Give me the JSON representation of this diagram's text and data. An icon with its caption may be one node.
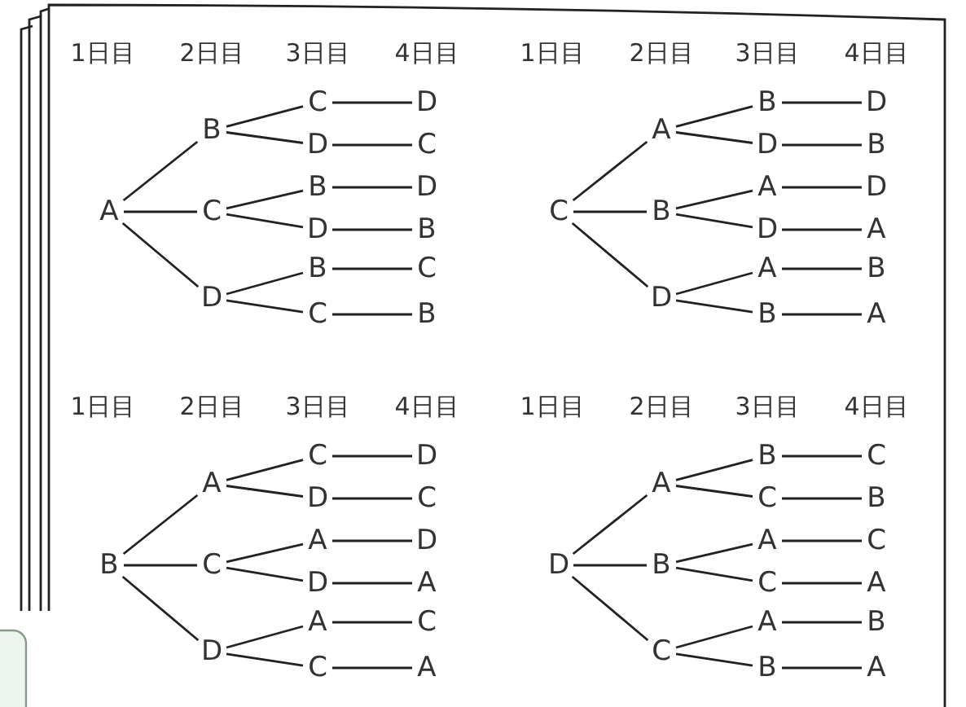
{
  "diagram": {
    "nodes": [
      {
        "text": [
          "A"
        ]
      },
      {
        "text": [
          "B"
        ]
      },
      {
        "text": [
          "C"
        ]
      },
      {
        "text": [
          "D"
        ]
      },
      {
        "text": [
          "D"
        ]
      },
      {
        "text": [
          "C"
        ]
      },
      {
        "text": [
          "C"
        ]
      },
      {
        "text": [
          "B"
        ]
      },
      {
        "text": [
          "D"
        ]
      },
      {
        "text": [
          "D"
        ]
      },
      {
        "text": [
          "B"
        ]
      },
      {
        "text": [
          "D"
        ]
      },
      {
        "text": [
          "B"
        ]
      },
      {
        "text": [
          "C"
        ]
      },
      {
        "text": [
          "C"
        ]
      },
      {
        "text": [
          "B"
        ]
      },
      {
        "text": [
          "C"
        ]
      },
      {
        "text": [
          "A"
        ]
      },
      {
        "text": [
          "B"
        ]
      },
      {
        "text": [
          "D"
        ]
      },
      {
        "text": [
          "D"
        ]
      },
      {
        "text": [
          "B"
        ]
      },
      {
        "text": [
          "B"
        ]
      },
      {
        "text": [
          "A"
        ]
      },
      {
        "text": [
          "D"
        ]
      },
      {
        "text": [
          "D"
        ]
      },
      {
        "text": [
          "A"
        ]
      },
      {
        "text": [
          "D"
        ]
      },
      {
        "text": [
          "A"
        ]
      },
      {
        "text": [
          "B"
        ]
      },
      {
        "text": [
          "B"
        ]
      },
      {
        "text": [
          "A"
        ]
      },
      {
        "text": [
          "B"
        ]
      },
      {
        "text": [
          "A"
        ]
      },
      {
        "text": [
          "C"
        ]
      },
      {
        "text": [
          "D"
        ]
      },
      {
        "text": [
          "D"
        ]
      },
      {
        "text": [
          "C"
        ]
      },
      {
        "text": [
          "C"
        ]
      },
      {
        "text": [
          "A"
        ]
      },
      {
        "text": [
          "D"
        ]
      },
      {
        "text": [
          "D"
        ]
      },
      {
        "text": [
          "A"
        ]
      },
      {
        "text": [
          "D"
        ]
      },
      {
        "text": [
          "A"
        ]
      },
      {
        "text": [
          "C"
        ]
      },
      {
        "text": [
          "C"
        ]
      },
      {
        "text": [
          "A"
        ]
      },
      {
        "text": [
          "D"
        ]
      },
      {
        "text": [
          "A"
        ]
      },
      {
        "text": [
          "B"
        ]
      },
      {
        "text": [
          "C"
        ]
      },
      {
        "text": [
          "C"
        ]
      },
      {
        "text": [
          "B"
        ]
      },
      {
        "text": [
          "B"
        ]
      },
      {
        "text": [
          "A"
        ]
      },
      {
        "text": [
          "C"
        ]
      },
      {
        "text": [
          "C"
        ]
      },
      {
        "text": [
          "A"
        ]
      },
      {
        "text": [
          "C"
        ]
      },
      {
        "text": [
          "A"
        ]
      },
      {
        "text": [
          "B"
        ]
      },
      {
        "text": [
          "B"
        ]
      },
      {
        "text": [
          "A"
        ]
      }
    ],
    "edges": [
      {
        "from": 0,
        "to": 1,
        "arrow": "none"
      },
      {
        "from": 0,
        "to": 6,
        "arrow": "none"
      },
      {
        "from": 0,
        "to": 11,
        "arrow": "none"
      },
      {
        "from": 1,
        "to": 2,
        "arrow": "none"
      },
      {
        "from": 2,
        "to": 3,
        "arrow": "none"
      },
      {
        "from": 1,
        "to": 4,
        "arrow": "none"
      },
      {
        "from": 4,
        "to": 5,
        "arrow": "none"
      },
      {
        "from": 6,
        "to": 7,
        "arrow": "none"
      },
      {
        "from": 7,
        "to": 8,
        "arrow": "none"
      },
      {
        "from": 6,
        "to": 9,
        "arrow": "none"
      },
      {
        "from": 9,
        "to": 10,
        "arrow": "none"
      },
      {
        "from": 11,
        "to": 12,
        "arrow": "none"
      },
      {
        "from": 12,
        "to": 13,
        "arrow": "none"
      },
      {
        "from": 11,
        "to": 14,
        "arrow": "none"
      },
      {
        "from": 14,
        "to": 15,
        "arrow": "none"
      },
      {
        "from": 16,
        "to": 17,
        "arrow": "none"
      },
      {
        "from": 16,
        "to": 22,
        "arrow": "none"
      },
      {
        "from": 16,
        "to": 27,
        "arrow": "none"
      },
      {
        "from": 17,
        "to": 18,
        "arrow": "none"
      },
      {
        "from": 18,
        "to": 19,
        "arrow": "none"
      },
      {
        "from": 17,
        "to": 20,
        "arrow": "none"
      },
      {
        "from": 20,
        "to": 21,
        "arrow": "none"
      },
      {
        "from": 22,
        "to": 23,
        "arrow": "none"
      },
      {
        "from": 23,
        "to": 24,
        "arrow": "none"
      },
      {
        "from": 22,
        "to": 25,
        "arrow": "none"
      },
      {
        "from": 25,
        "to": 26,
        "arrow": "none"
      },
      {
        "from": 27,
        "to": 28,
        "arrow": "none"
      },
      {
        "from": 28,
        "to": 29,
        "arrow": "none"
      },
      {
        "from": 27,
        "to": 30,
        "arrow": "none"
      },
      {
        "from": 30,
        "to": 31,
        "arrow": "none"
      },
      {
        "from": 32,
        "to": 33,
        "arrow": "none"
      },
      {
        "from": 32,
        "to": 38,
        "arrow": "none"
      },
      {
        "from": 32,
        "to": 43,
        "arrow": "none"
      },
      {
        "from": 33,
        "to": 34,
        "arrow": "none"
      },
      {
        "from": 34,
        "to": 35,
        "arrow": "none"
      },
      {
        "from": 33,
        "to": 36,
        "arrow": "none"
      },
      {
        "from": 36,
        "to": 37,
        "arrow": "none"
      },
      {
        "from": 38,
        "to": 39,
        "arrow": "none"
      },
      {
        "from": 39,
        "to": 40,
        "arrow": "none"
      },
      {
        "from": 38,
        "to": 41,
        "arrow": "none"
      },
      {
        "from": 41,
        "to": 42,
        "arrow": "none"
      },
      {
        "from": 43,
        "to": 44,
        "arrow": "none"
      },
      {
        "from": 44,
        "to": 45,
        "arrow": "none"
      },
      {
        "from": 43,
        "to": 46,
        "arrow": "none"
      },
      {
        "from": 46,
        "to": 47,
        "arrow": "none"
      },
      {
        "from": 48,
        "to": 49,
        "arrow": "none"
      },
      {
        "from": 48,
        "to": 54,
        "arrow": "none"
      },
      {
        "from": 48,
        "to": 59,
        "arrow": "none"
      },
      {
        "from": 49,
        "to": 50,
        "arrow": "none"
      },
      {
        "from": 50,
        "to": 51,
        "arrow": "none"
      },
      {
        "from": 49,
        "to": 52,
        "arrow": "none"
      },
      {
        "from": 52,
        "to": 53,
        "arrow": "none"
      },
      {
        "from": 54,
        "to": 55,
        "arrow": "none"
      },
      {
        "from": 55,
        "to": 56,
        "arrow": "none"
      },
      {
        "from": 54,
        "to": 57,
        "arrow": "none"
      },
      {
        "from": 57,
        "to": 58,
        "arrow": "none"
      },
      {
        "from": 59,
        "to": 60,
        "arrow": "none"
      },
      {
        "from": 60,
        "to": 61,
        "arrow": "none"
      },
      {
        "from": 59,
        "to": 62,
        "arrow": "none"
      },
      {
        "from": 62,
        "to": 63,
        "arrow": "none"
      }
    ],
    "labels": [
      "1日目",
      "2日目",
      "3日目",
      "4日目",
      "1日目",
      "2日目",
      "3日目",
      "4日目",
      "1日目",
      "2日目",
      "3日目",
      "4日目",
      "1日目",
      "2日目",
      "3日目",
      "4日目"
    ]
  }
}
